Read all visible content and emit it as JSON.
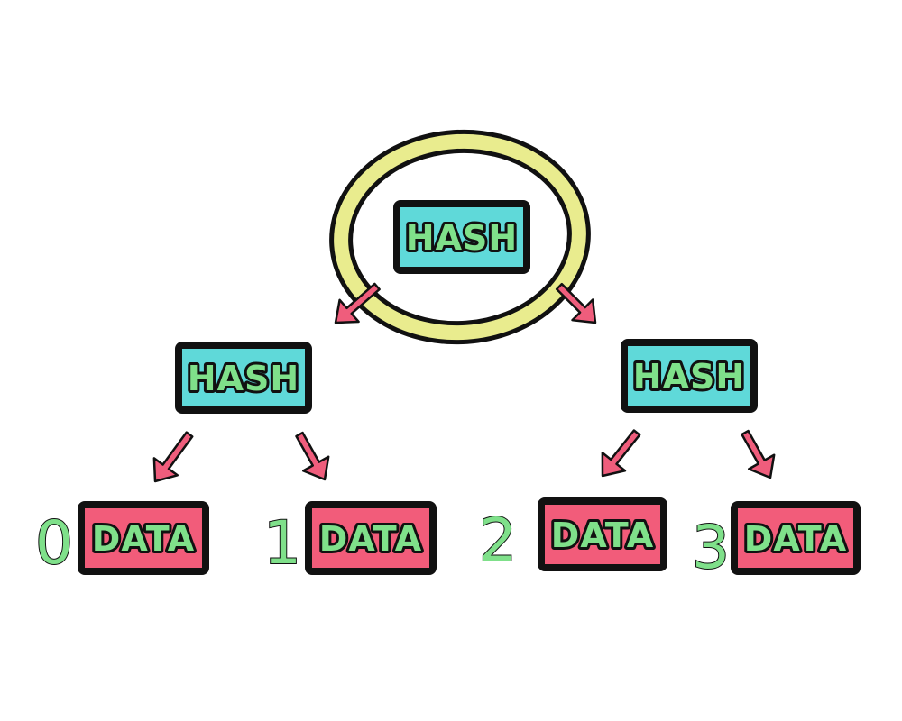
{
  "colors": {
    "hash_fill": "#5fd9d9",
    "data_fill": "#f25c7a",
    "label_text": "#7fe08a",
    "outline": "#111111",
    "highlight_ring": "#e9ec8e",
    "arrow": "#ef5d7c"
  },
  "root": {
    "label": "HASH",
    "highlighted": true
  },
  "hash_nodes": [
    {
      "label": "HASH"
    },
    {
      "label": "HASH"
    }
  ],
  "data_nodes": [
    {
      "index": "0",
      "label": "DATA"
    },
    {
      "index": "1",
      "label": "DATA"
    },
    {
      "index": "2",
      "label": "DATA"
    },
    {
      "index": "3",
      "label": "DATA"
    }
  ]
}
